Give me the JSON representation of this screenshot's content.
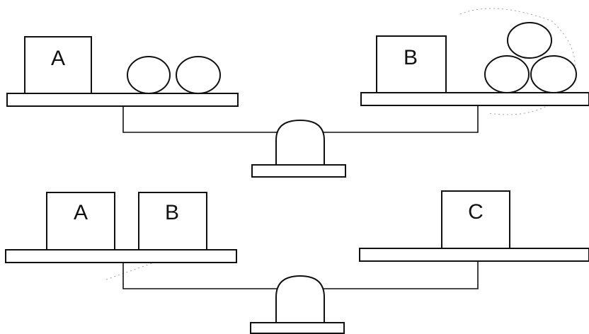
{
  "scales": [
    {
      "left_pan": {
        "items": [
          {
            "kind": "box",
            "label": "A"
          },
          {
            "kind": "ball"
          },
          {
            "kind": "ball"
          }
        ]
      },
      "right_pan": {
        "items": [
          {
            "kind": "box",
            "label": "B"
          },
          {
            "kind": "ball"
          },
          {
            "kind": "ball"
          },
          {
            "kind": "ball"
          }
        ]
      }
    },
    {
      "left_pan": {
        "items": [
          {
            "kind": "box",
            "label": "A"
          },
          {
            "kind": "box",
            "label": "B"
          }
        ]
      },
      "right_pan": {
        "items": [
          {
            "kind": "box",
            "label": "C"
          }
        ]
      }
    }
  ],
  "style": {
    "stroke": "#111111",
    "fill": "#ffffff",
    "background": "#ffffff"
  }
}
